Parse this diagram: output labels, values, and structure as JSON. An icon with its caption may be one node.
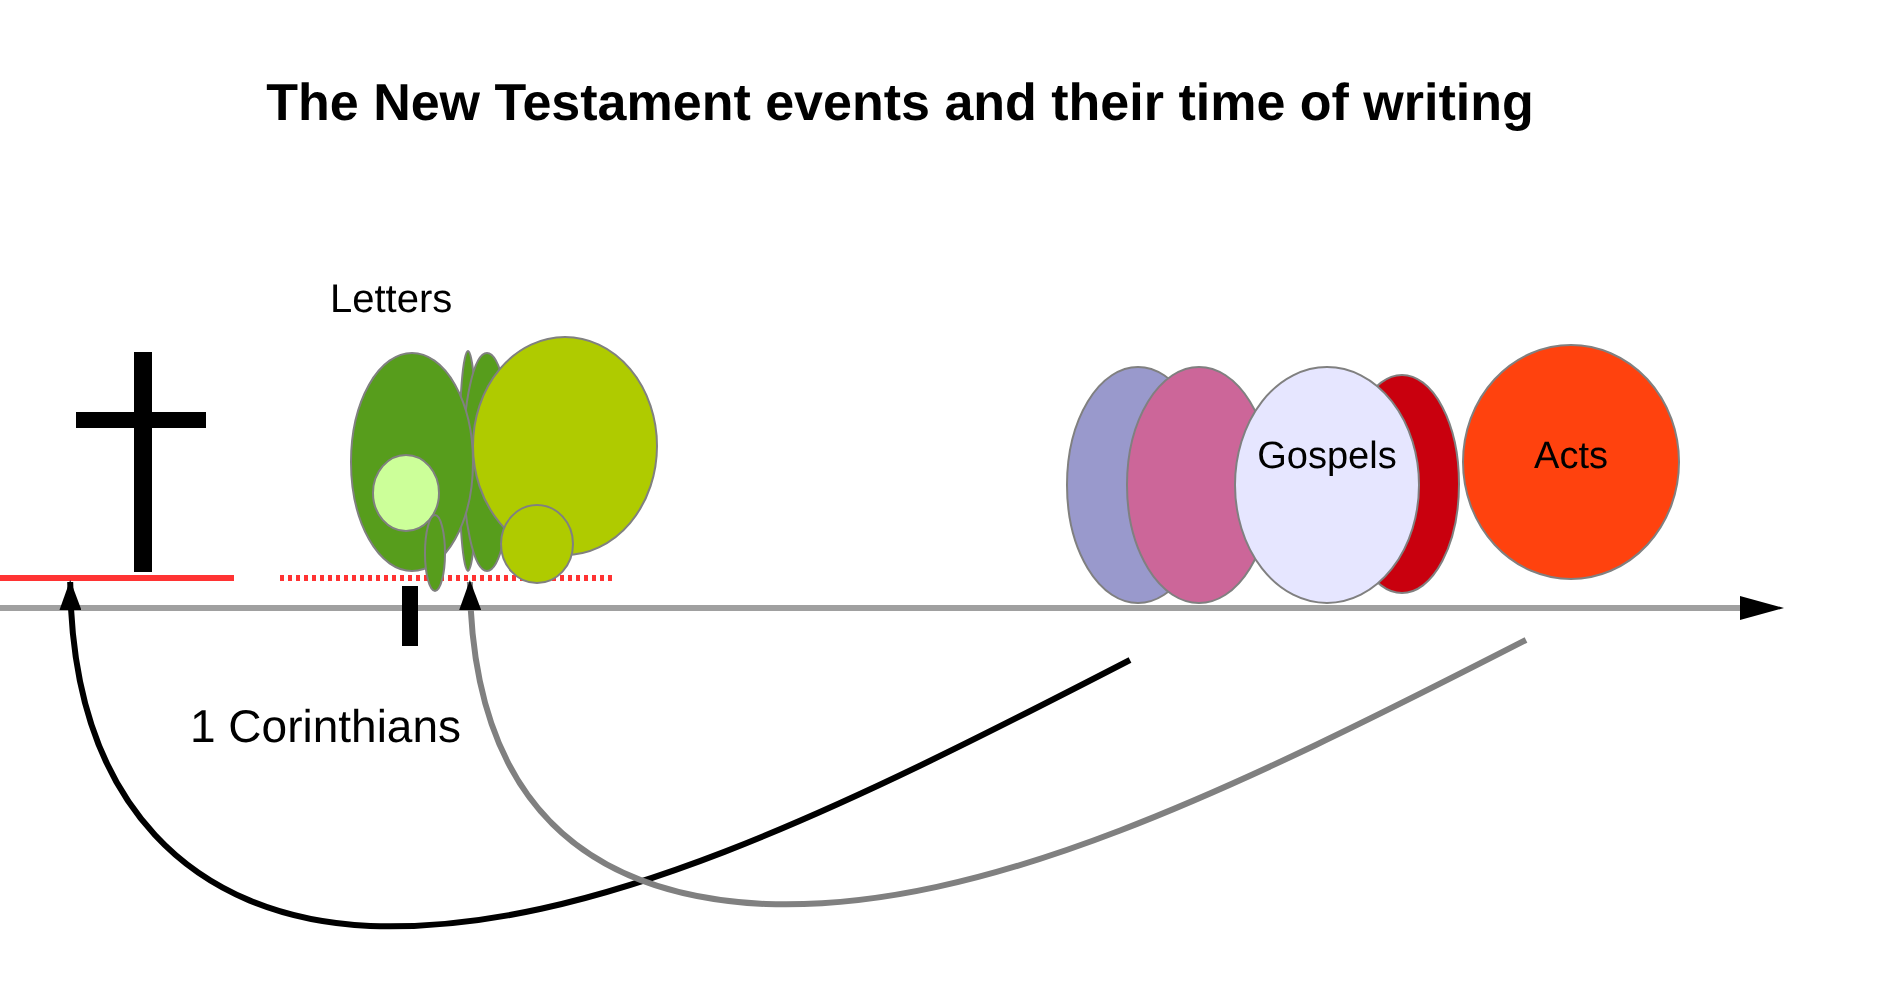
{
  "diagram": {
    "title": "The New Testament events and their time of writing",
    "nodes": [
      {
        "text": [],
        "shape": "line"
      },
      {
        "text": [],
        "shape": "line"
      },
      {
        "text": [],
        "shape": "ellipse"
      },
      {
        "text": [],
        "shape": "ellipse",
        "in": 2
      },
      {
        "text": [],
        "shape": "ellipse"
      },
      {
        "text": [],
        "shape": "ellipse"
      },
      {
        "text": [],
        "shape": "ellipse"
      },
      {
        "text": [],
        "shape": "ellipse"
      },
      {
        "text": [],
        "shape": "ellipse"
      },
      {
        "text": [],
        "shape": "ellipse"
      },
      {
        "text": [],
        "shape": "ellipse"
      },
      {
        "text": [
          "Gospels"
        ]
      },
      {
        "text": [],
        "shape": "ellipse"
      },
      {
        "text": [
          "Acts"
        ]
      }
    ],
    "edges": [
      {
        "from": null,
        "to": 0,
        "arrow": "to"
      },
      {
        "from": null,
        "to": 1,
        "arrow": "to",
        "color": "#808080"
      }
    ],
    "labels": [
      "Letters",
      "1 Corinthians"
    ]
  }
}
